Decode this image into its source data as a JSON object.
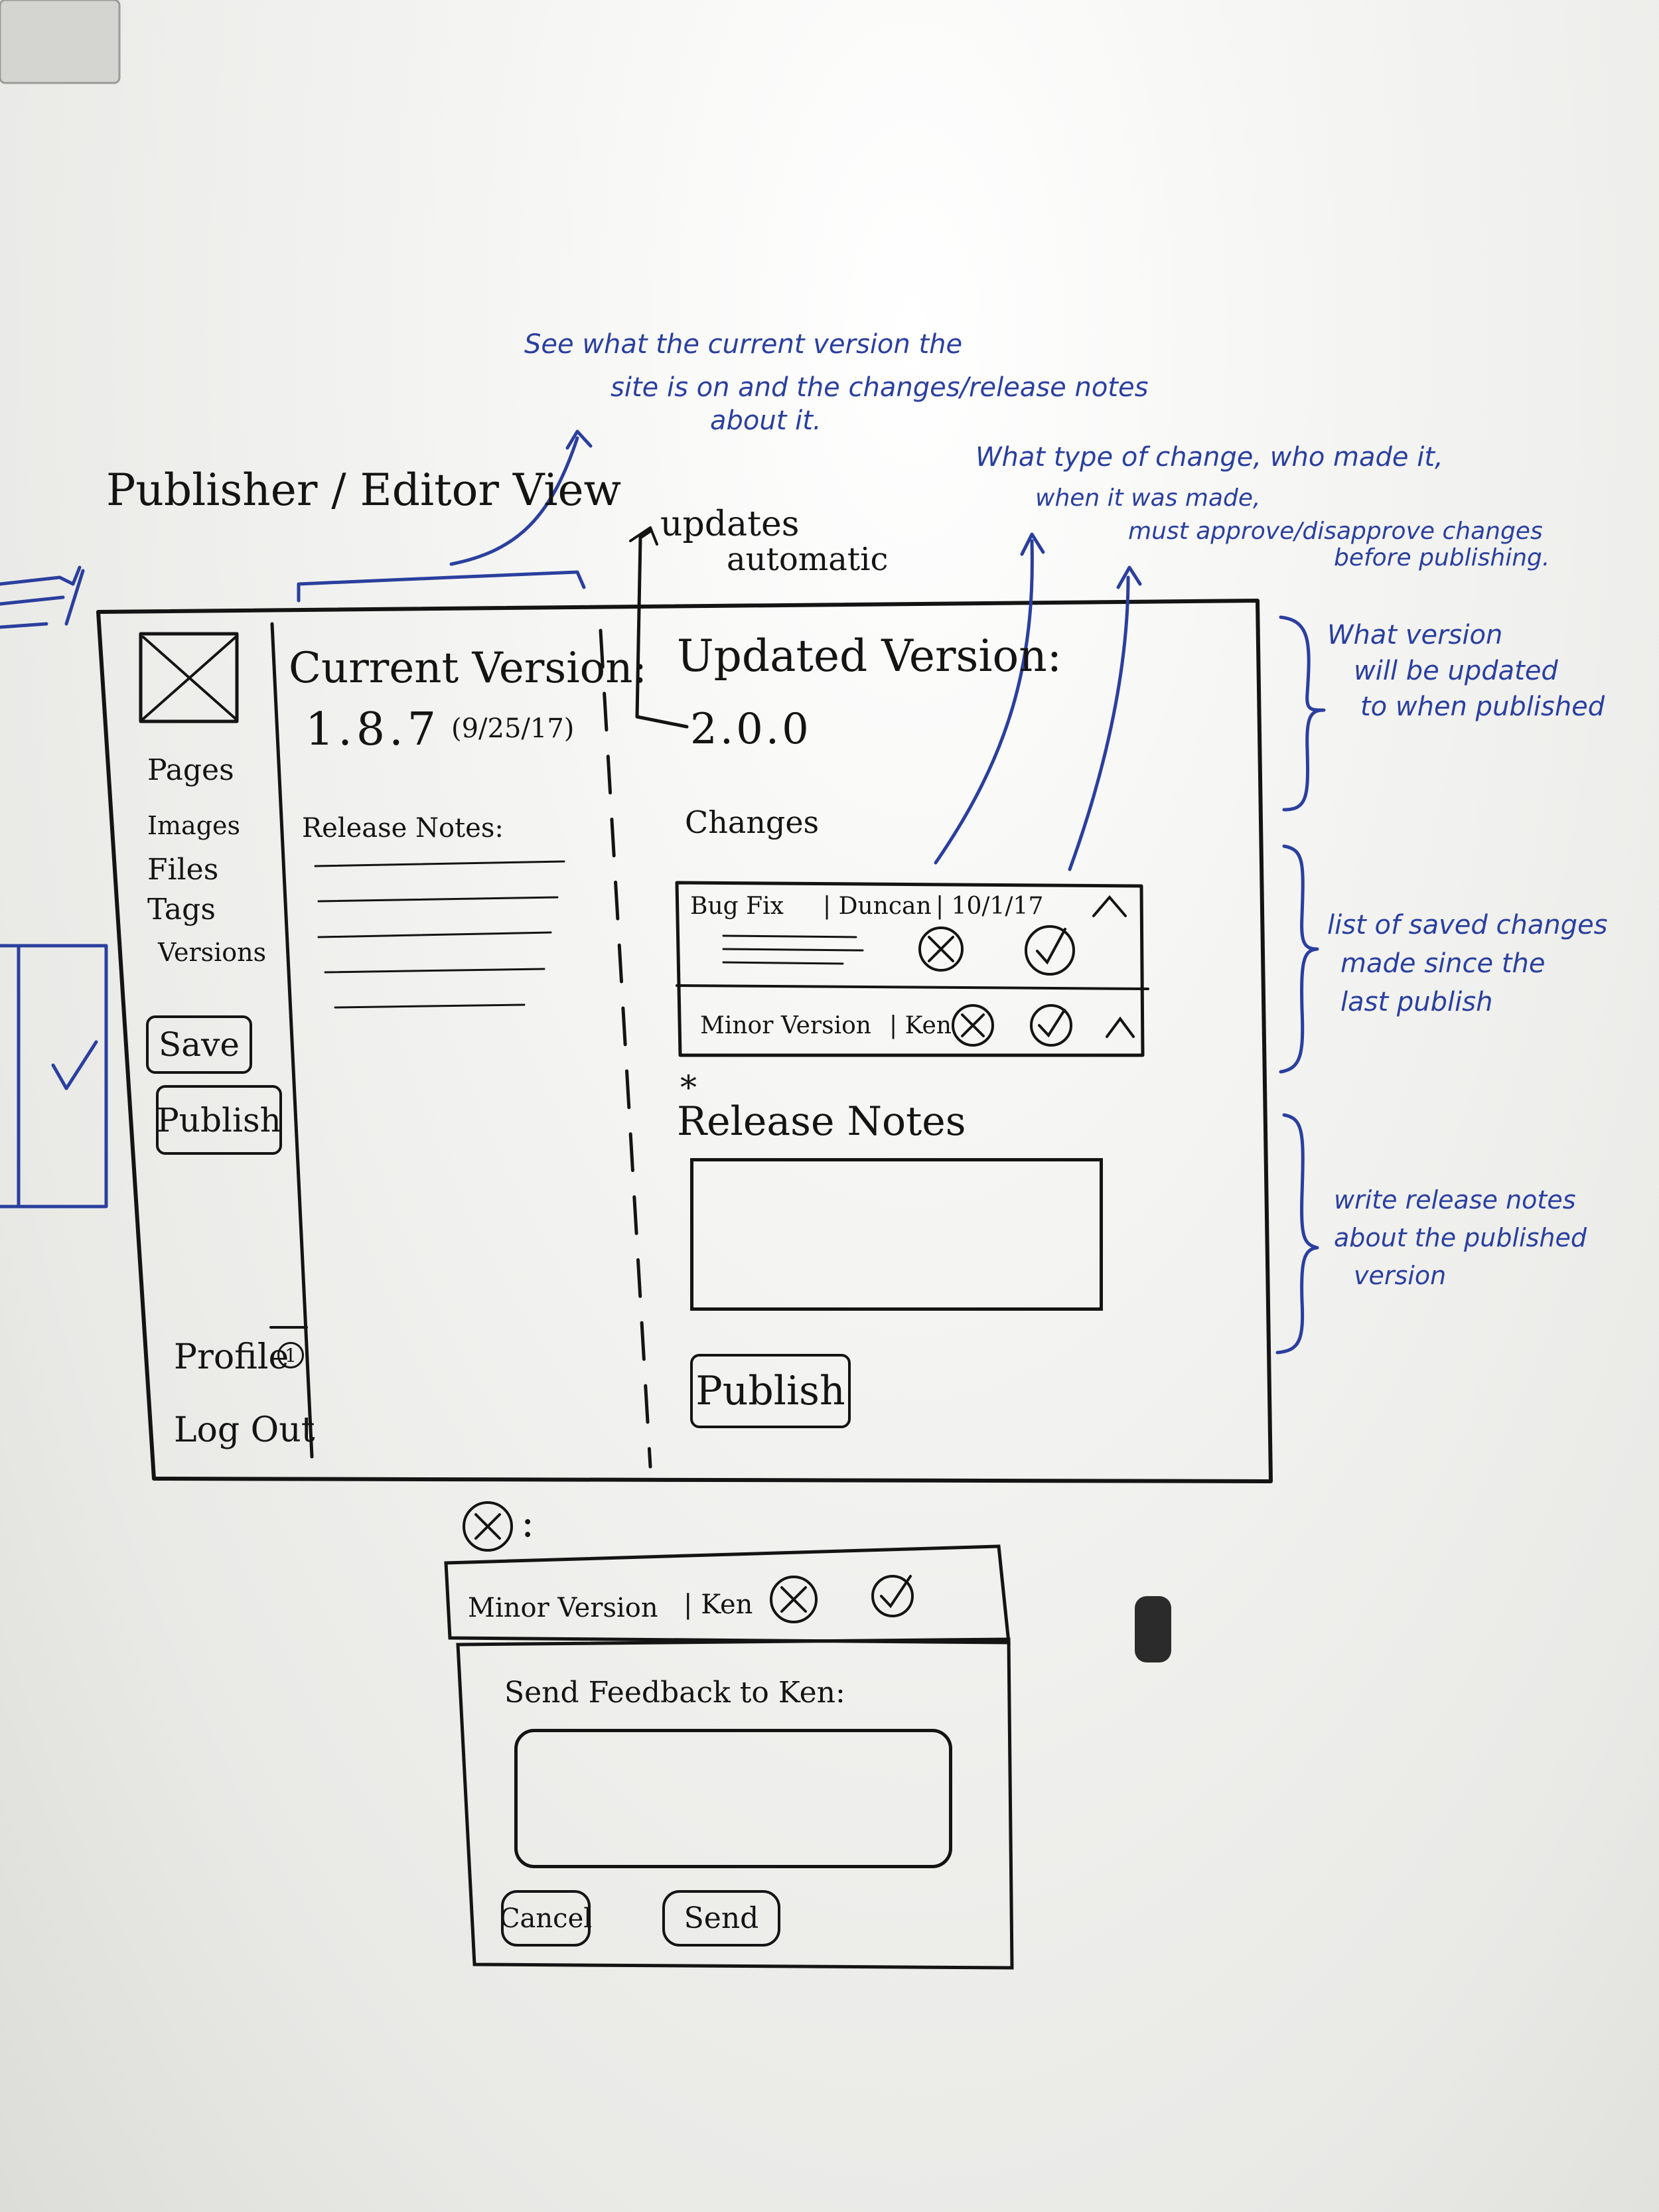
{
  "title": "Publisher / Editor View",
  "sidebar": {
    "items": [
      "Pages",
      "Images",
      "Files",
      "Tags",
      "Versions"
    ],
    "save_label": "Save",
    "publish_label": "Publish",
    "profile_label": "Profile",
    "profile_badge": "1",
    "logout_label": "Log Out"
  },
  "current": {
    "label": "Current Version:",
    "number": "1.8.7",
    "date": "(9/25/17)",
    "release_notes_label": "Release Notes:"
  },
  "updated": {
    "label": "Updated Version:",
    "number": "2.0.0",
    "note_line1": "updates",
    "note_line2": "automatic"
  },
  "changes": {
    "label": "Changes",
    "items": [
      {
        "type": "Bug Fix",
        "author": "Duncan",
        "date": "10/1/17"
      },
      {
        "type": "Minor Version",
        "author": "Ken",
        "date": ""
      }
    ]
  },
  "release_notes_form": {
    "required_mark": "*",
    "label": "Release Notes",
    "value": ""
  },
  "main_publish_label": "Publish",
  "reject_popup": {
    "caption_colon": ":",
    "row_type": "Minor Version",
    "row_author": "| Ken",
    "feedback_label": "Send Feedback to Ken:",
    "feedback_value": "",
    "cancel_label": "Cancel",
    "send_label": "Send"
  },
  "annotations": {
    "current_version": [
      "See what the current version the",
      "site is on and the changes/release notes",
      "about it."
    ],
    "change_info": [
      "What type of change, who made it,",
      "when it was made,"
    ],
    "approve": [
      "must approve/disapprove changes",
      "before publishing."
    ],
    "what_version": [
      "What version",
      "will be updated",
      "to when published"
    ],
    "list_changes": [
      "list of saved changes",
      "made since the",
      "last publish"
    ],
    "write_notes": [
      "write release notes",
      "about the published",
      "version"
    ]
  },
  "colors": {
    "ink": "#141414",
    "marker_blue": "#2a3f9e",
    "board": "#f4f4f2"
  }
}
